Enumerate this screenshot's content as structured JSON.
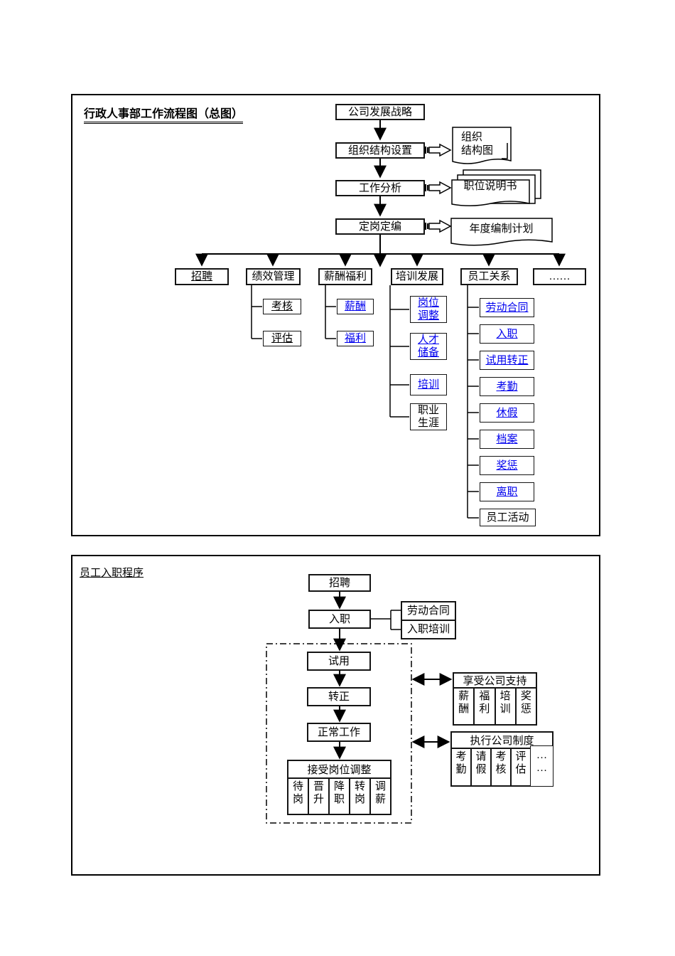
{
  "colors": {
    "link": "#0000EE",
    "line": "#000000"
  },
  "d1": {
    "title": "行政人事部工作流程图（总图）",
    "spine": [
      "公司发展战略",
      "组织结构设置",
      "工作分析",
      "定岗定编"
    ],
    "doc_org": "组织\n结构图",
    "doc_job": "职位说明书",
    "doc_plan": "年度编制计划",
    "branches": [
      "招聘",
      "绩效管理",
      "薪酬福利",
      "培训发展",
      "员工关系",
      "……"
    ],
    "perf": [
      "考核",
      "评估"
    ],
    "comp": [
      "薪酬",
      "福利"
    ],
    "train": [
      "岗位\n调整",
      "人才\n储备",
      "培训",
      "职业\n生涯"
    ],
    "emp": [
      "劳动合同",
      "入职",
      "试用转正",
      "考勤",
      "休假",
      "档案",
      "奖惩",
      "离职",
      "员工活动"
    ]
  },
  "d2": {
    "title": "员工入职程序",
    "steps": [
      "招聘",
      "入职",
      "试用",
      "转正",
      "正常工作"
    ],
    "side": [
      "劳动合同",
      "入职培训"
    ],
    "adjust": {
      "header": "接受岗位调整",
      "cells": [
        "待\n岗",
        "晋\n升",
        "降\n职",
        "转\n岗",
        "调\n薪"
      ]
    },
    "support": {
      "header": "享受公司支持",
      "cells": [
        "薪\n酬",
        "福\n利",
        "培\n训",
        "奖\n惩"
      ]
    },
    "rules": {
      "header": "执行公司制度",
      "cells": [
        "考\n勤",
        "请\n假",
        "考\n核",
        "评\n估"
      ],
      "more": "…\n…"
    }
  }
}
